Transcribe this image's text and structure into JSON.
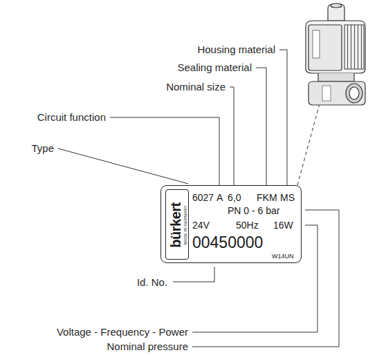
{
  "diagram": {
    "nodes": [
      {
        "text": [
          "6027",
          "A",
          "6,0",
          "FKM",
          "MS",
          "PN 0 - 6 bar",
          "24V",
          "50Hz",
          "16W",
          "00450000",
          "W14UN"
        ]
      },
      {
        "text": [
          "bürkert",
          "MADE IN GERMANY"
        ],
        "in": 0
      }
    ],
    "labels": [
      "Housing material",
      "Sealing material",
      "Nominal size",
      "Circuit function",
      "Type",
      "Id. No.",
      "Voltage - Frequency - Power",
      "Nominal pressure"
    ]
  }
}
